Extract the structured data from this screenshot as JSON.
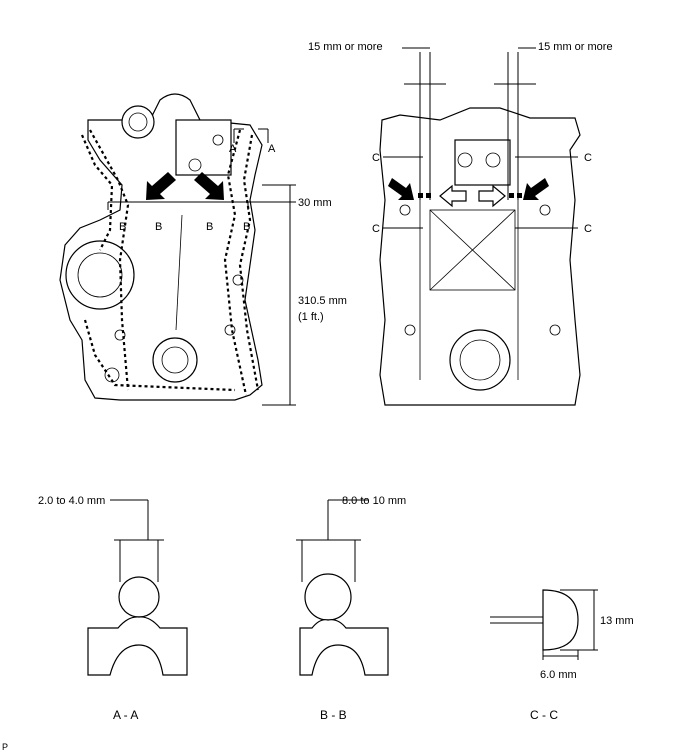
{
  "labels": {
    "left_dim_30": "30 mm",
    "left_dim_310": "310.5 mm",
    "left_dim_1ft": "(1 ft.)",
    "marker_a": "A",
    "marker_b": "B",
    "marker_c": "C",
    "right_dim_left": "15 mm or more",
    "right_dim_right": "15 mm or more",
    "aa_width": "2.0 to 4.0 mm",
    "bb_width": "8.0 to 10 mm",
    "cc_height": "13 mm",
    "cc_width": "6.0 mm",
    "caption_aa": "A - A",
    "caption_bb": "B - B",
    "caption_cc": "C - C",
    "corner_letter": "P"
  }
}
